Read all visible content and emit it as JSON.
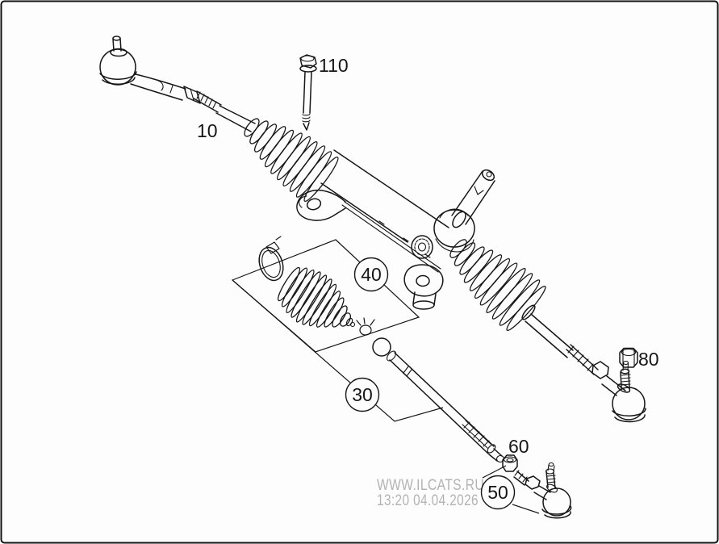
{
  "diagram": {
    "description": "Exploded parts diagram of a rack-and-pinion steering gear with tie rods, boots and fasteners",
    "colors": {
      "line": "#161616",
      "border": "#111111",
      "background": "#fdfdfd",
      "watermark": "#b3b3b3"
    },
    "callouts": {
      "c10": "10",
      "c110": "110",
      "c40": "40",
      "c30": "30",
      "c50": "50",
      "c60": "60",
      "c80": "80"
    },
    "watermark": {
      "line1": "WWW.ILCATS.RU",
      "line2": "13:20 04.04.2026"
    }
  }
}
